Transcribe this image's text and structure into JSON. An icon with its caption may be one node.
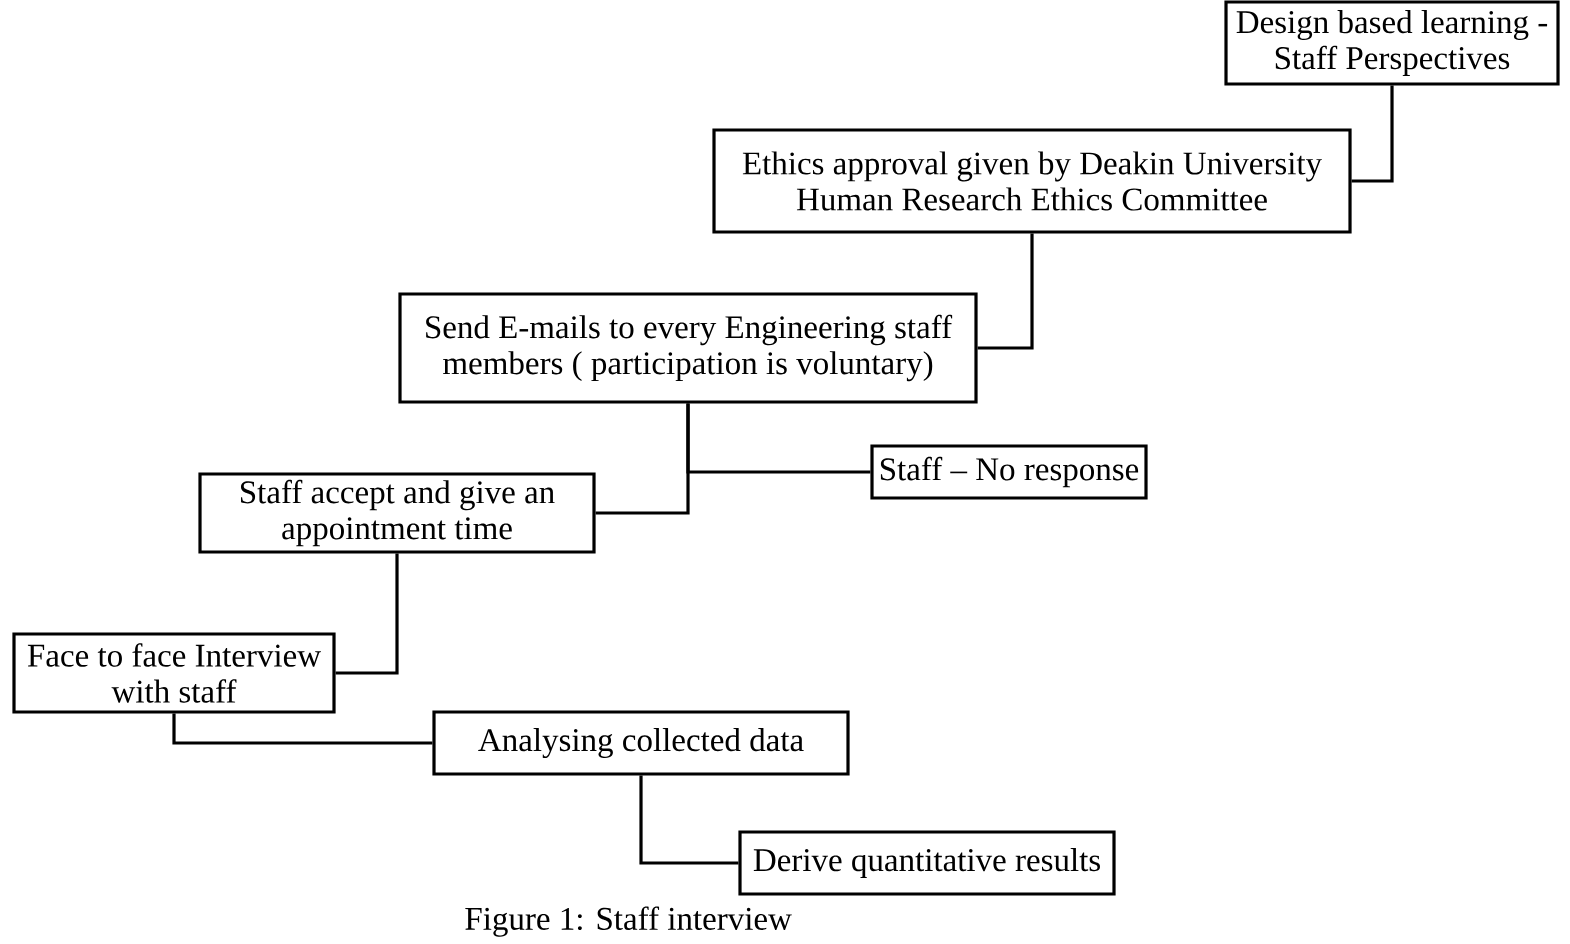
{
  "diagram": {
    "caption": "Figure 1: Staff interview",
    "nodes": [
      {
        "text": [
          "Design based learning - Staff Perspectives"
        ]
      },
      {
        "text": [
          "Ethics approval given by Deakin University Human Research Ethics Committee"
        ]
      },
      {
        "text": [
          "Send E-mails to every Engineering staff members ( participation is voluntary)"
        ]
      },
      {
        "text": [
          "Staff – No response"
        ]
      },
      {
        "text": [
          "Staff accept and give an appointment time"
        ]
      },
      {
        "text": [
          "Face to face Interview with staff"
        ]
      },
      {
        "text": [
          "Analysing collected data"
        ]
      },
      {
        "text": [
          "Derive quantitative results"
        ]
      }
    ],
    "edges": [
      {
        "from": 0,
        "to": 1,
        "arrow": "none"
      },
      {
        "from": 1,
        "to": 2,
        "arrow": "none"
      },
      {
        "from": 2,
        "to": 3,
        "arrow": "none"
      },
      {
        "from": 2,
        "to": 4,
        "arrow": "none"
      },
      {
        "from": 4,
        "to": 5,
        "arrow": "none"
      },
      {
        "from": 5,
        "to": 6,
        "arrow": "none"
      },
      {
        "from": 6,
        "to": 7,
        "arrow": "none"
      }
    ]
  }
}
